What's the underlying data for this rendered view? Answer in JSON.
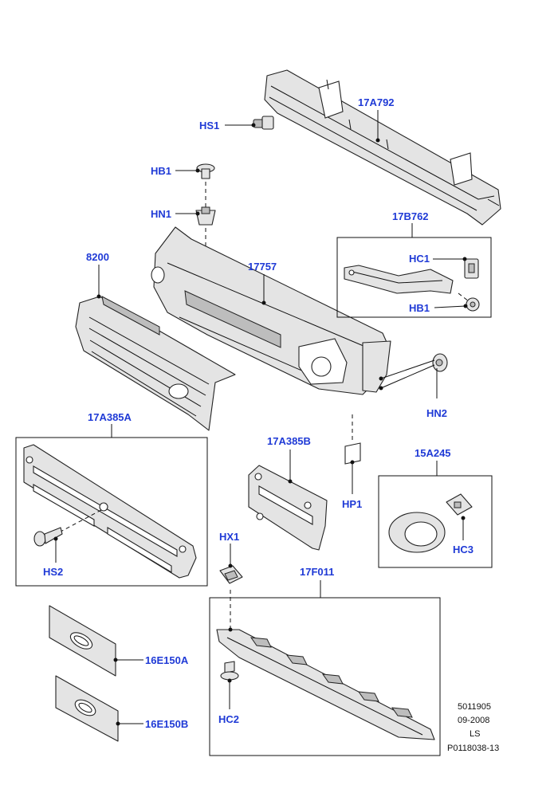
{
  "diagram": {
    "callouts": {
      "HS1": "HS1",
      "p17A792": "17A792",
      "HB1_top": "HB1",
      "HN1": "HN1",
      "p17B762": "17B762",
      "HC1": "HC1",
      "HB1_box": "HB1",
      "p8200": "8200",
      "p17757": "17757",
      "HN2": "HN2",
      "p17A385A": "17A385A",
      "p17A385B": "17A385B",
      "p15A245": "15A245",
      "HP1": "HP1",
      "HC3": "HC3",
      "HS2": "HS2",
      "HX1": "HX1",
      "p17F011": "17F011",
      "p16E150A": "16E150A",
      "p16E150B": "16E150B",
      "HC2": "HC2"
    },
    "reference": {
      "line1": "5011905",
      "line2": "09-2008",
      "line3": "LS",
      "line4": "P0118038-13"
    }
  }
}
